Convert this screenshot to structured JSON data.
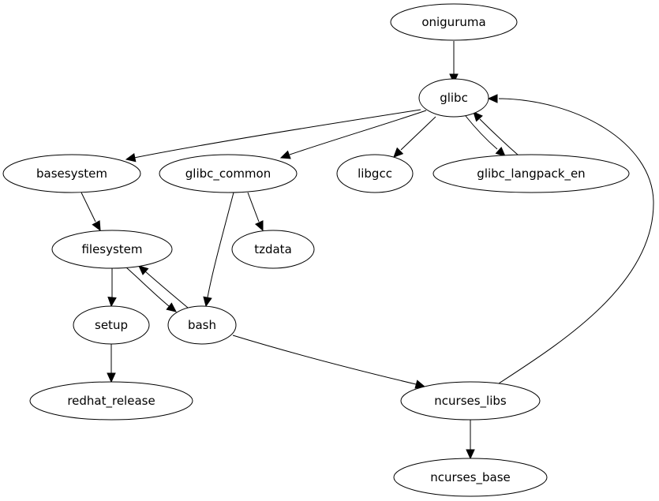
{
  "graph": {
    "nodes": [
      {
        "id": "oniguruma",
        "label": "oniguruma"
      },
      {
        "id": "glibc",
        "label": "glibc"
      },
      {
        "id": "basesystem",
        "label": "basesystem"
      },
      {
        "id": "glibc_common",
        "label": "glibc_common"
      },
      {
        "id": "libgcc",
        "label": "libgcc"
      },
      {
        "id": "glibc_langpack_en",
        "label": "glibc_langpack_en"
      },
      {
        "id": "filesystem",
        "label": "filesystem"
      },
      {
        "id": "tzdata",
        "label": "tzdata"
      },
      {
        "id": "setup",
        "label": "setup"
      },
      {
        "id": "bash",
        "label": "bash"
      },
      {
        "id": "redhat_release",
        "label": "redhat_release"
      },
      {
        "id": "ncurses_libs",
        "label": "ncurses_libs"
      },
      {
        "id": "ncurses_base",
        "label": "ncurses_base"
      }
    ],
    "edges": [
      {
        "from": "oniguruma",
        "to": "glibc"
      },
      {
        "from": "glibc",
        "to": "basesystem"
      },
      {
        "from": "glibc",
        "to": "glibc_common"
      },
      {
        "from": "glibc",
        "to": "libgcc"
      },
      {
        "from": "glibc",
        "to": "glibc_langpack_en"
      },
      {
        "from": "glibc_langpack_en",
        "to": "glibc"
      },
      {
        "from": "basesystem",
        "to": "filesystem"
      },
      {
        "from": "glibc_common",
        "to": "tzdata"
      },
      {
        "from": "glibc_common",
        "to": "bash"
      },
      {
        "from": "filesystem",
        "to": "setup"
      },
      {
        "from": "filesystem",
        "to": "bash"
      },
      {
        "from": "bash",
        "to": "filesystem"
      },
      {
        "from": "setup",
        "to": "redhat_release"
      },
      {
        "from": "bash",
        "to": "ncurses_libs"
      },
      {
        "from": "ncurses_libs",
        "to": "glibc"
      },
      {
        "from": "ncurses_libs",
        "to": "ncurses_base"
      }
    ]
  }
}
